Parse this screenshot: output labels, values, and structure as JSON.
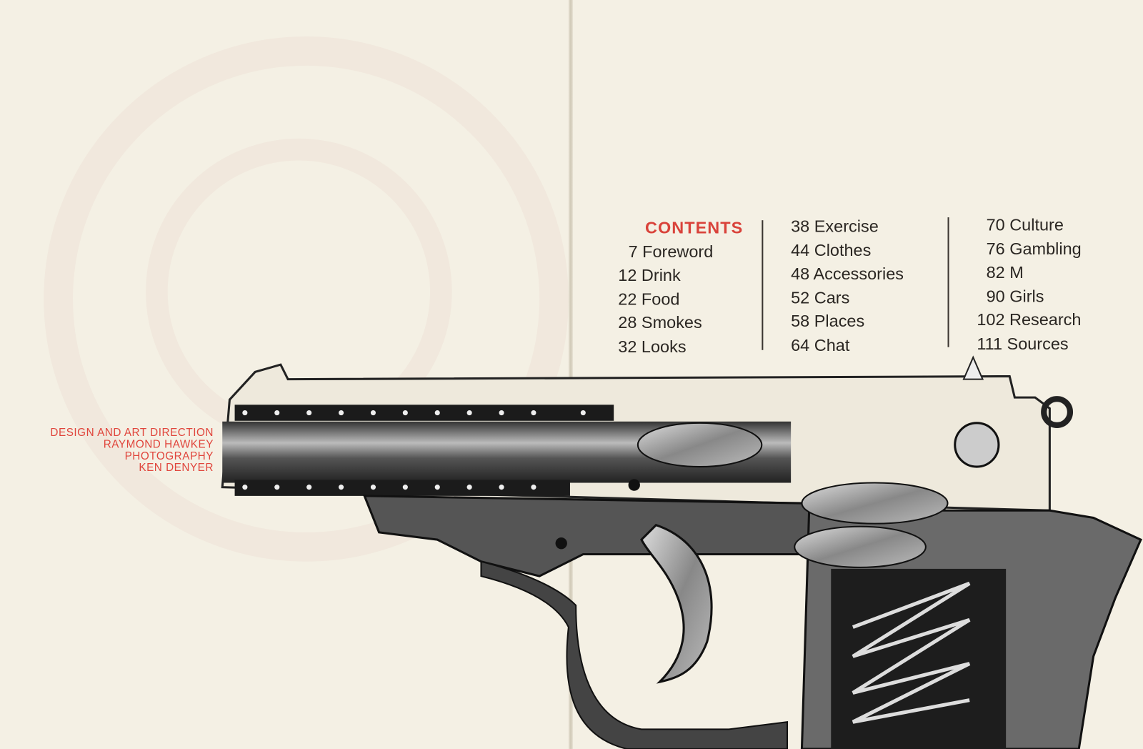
{
  "credits": {
    "line1": "DESIGN AND ART DIRECTION",
    "line2": "RAYMOND HAWKEY",
    "line3": "PHOTOGRAPHY",
    "line4": "KEN DENYER"
  },
  "contents": {
    "title": "CONTENTS",
    "columns": [
      [
        {
          "page": "7",
          "label": "Foreword"
        },
        {
          "page": "12",
          "label": "Drink"
        },
        {
          "page": "22",
          "label": "Food"
        },
        {
          "page": "28",
          "label": "Smokes"
        },
        {
          "page": "32",
          "label": "Looks"
        }
      ],
      [
        {
          "page": "38",
          "label": "Exercise"
        },
        {
          "page": "44",
          "label": "Clothes"
        },
        {
          "page": "48",
          "label": "Accessories"
        },
        {
          "page": "52",
          "label": "Cars"
        },
        {
          "page": "58",
          "label": "Places"
        },
        {
          "page": "64",
          "label": "Chat"
        }
      ],
      [
        {
          "page": "70",
          "label": "Culture"
        },
        {
          "page": "76",
          "label": "Gambling"
        },
        {
          "page": "82",
          "label": "M"
        },
        {
          "page": "90",
          "label": "Girls"
        },
        {
          "page": "102",
          "label": "Research"
        },
        {
          "page": "111",
          "label": "Sources"
        }
      ]
    ]
  },
  "colors": {
    "accent": "#d9423a",
    "paper": "#f4f0e4",
    "ink": "#2a2622"
  }
}
